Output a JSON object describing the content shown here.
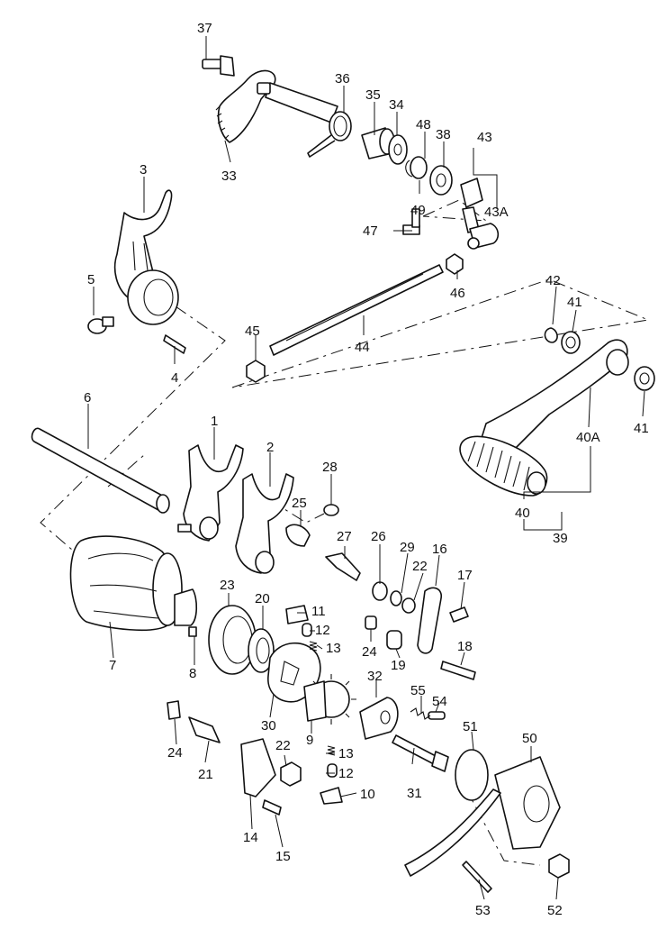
{
  "labels": {
    "p1": "1",
    "p2": "2",
    "p3": "3",
    "p4": "4",
    "p5": "5",
    "p6": "6",
    "p7": "7",
    "p8": "8",
    "p9": "9",
    "p10": "10",
    "p11": "11",
    "p12a": "12",
    "p12b": "12",
    "p13a": "13",
    "p13b": "13",
    "p14": "14",
    "p15": "15",
    "p16": "16",
    "p17": "17",
    "p18": "18",
    "p19": "19",
    "p20": "20",
    "p21": "21",
    "p22a": "22",
    "p22b": "22",
    "p23": "23",
    "p24a": "24",
    "p24b": "24",
    "p25": "25",
    "p26": "26",
    "p27": "27",
    "p28": "28",
    "p29": "29",
    "p30": "30",
    "p31": "31",
    "p32": "32",
    "p33": "33",
    "p34": "34",
    "p35": "35",
    "p36": "36",
    "p37": "37",
    "p38": "38",
    "p39": "39",
    "p40": "40",
    "p40a": "40A",
    "p41a": "41",
    "p41b": "41",
    "p42": "42",
    "p43": "43",
    "p43a": "43A",
    "p44": "44",
    "p45": "45",
    "p46": "46",
    "p47": "47",
    "p48": "48",
    "p49": "49",
    "p50": "50",
    "p51": "51",
    "p52": "52",
    "p53": "53",
    "p54": "54",
    "p55": "55"
  }
}
